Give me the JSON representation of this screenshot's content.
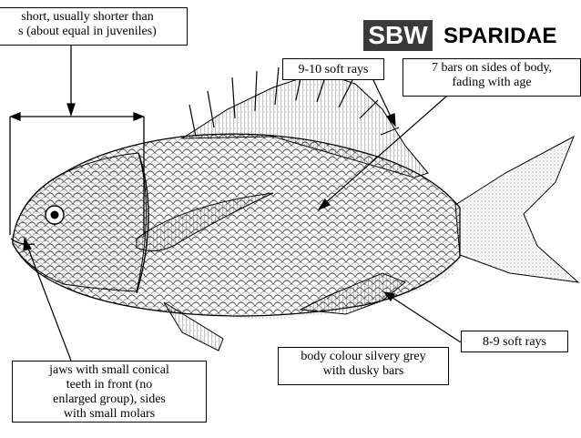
{
  "header": {
    "code": "SBW",
    "family": "SPARIDAE"
  },
  "labels": {
    "top_note": [
      "short, usually shorter than",
      "s (about equal in juveniles)"
    ],
    "dorsal_rays": "9-10 soft rays",
    "bars": [
      "7 bars on sides of body,",
      "fading with age"
    ],
    "anal_rays": "8-9 soft rays",
    "colour": [
      "body colour silvery grey",
      "with dusky bars"
    ],
    "jaws": [
      "jaws with small conical",
      "teeth in front (no",
      "enlarged group), sides",
      "with small molars"
    ]
  },
  "colors": {
    "ink": "#000000",
    "badge": "#3a3a3a",
    "paper": "#ffffff"
  }
}
